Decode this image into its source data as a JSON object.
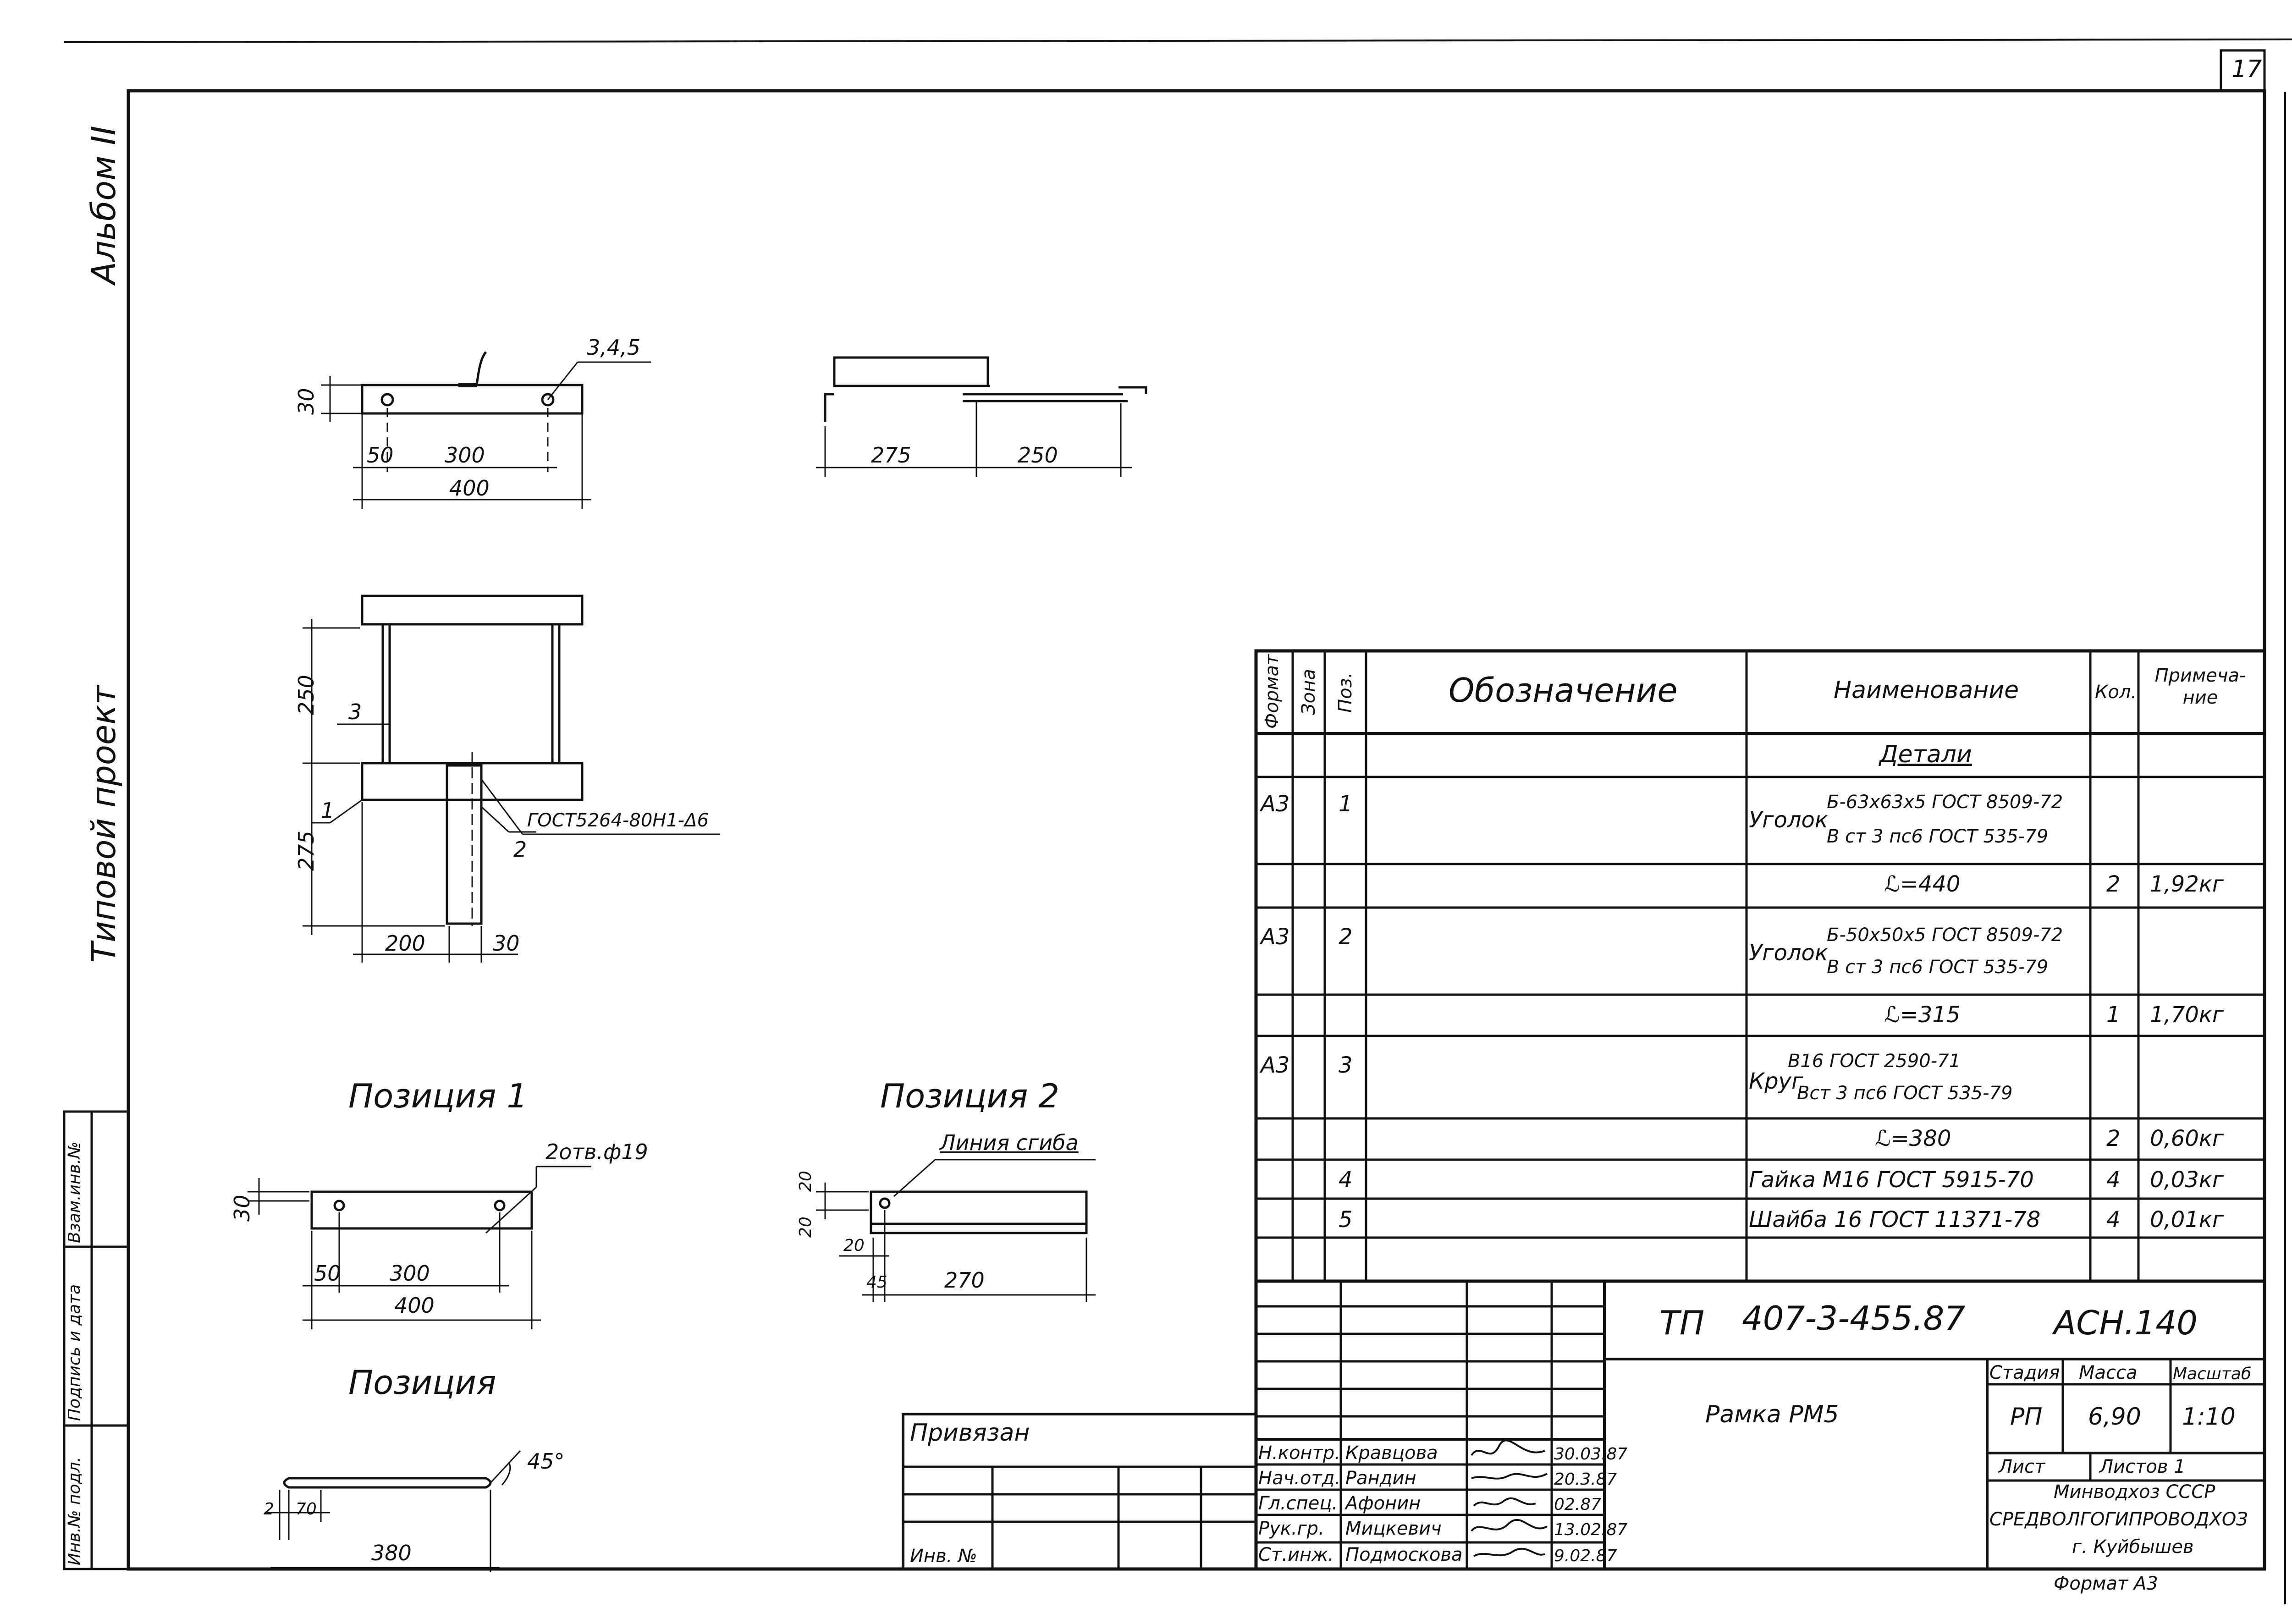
{
  "sheet_number": "17",
  "left_margin": {
    "album": "Альбом II",
    "project": "Типовой проект",
    "stamp_cells": [
      "Инв.№ подл.",
      "Подпись и дата",
      "Взам.инв.№"
    ]
  },
  "views": {
    "top_view": {
      "ref": "3,4,5",
      "dim_height": "30",
      "dim_left": "50",
      "dim_mid": "300",
      "dim_total": "400"
    },
    "side_view": {
      "dim_a": "275",
      "dim_b": "250"
    },
    "plan_view": {
      "pos1": "1",
      "pos2": "2",
      "pos3": "3",
      "weld_note": "ГОСТ5264-80Н1-Δ6",
      "dim_upper": "250",
      "dim_lower": "275",
      "dim_width": "200",
      "dim_offset": "30"
    },
    "pos1": {
      "title": "Позиция 1",
      "holes": "2отв.ф19",
      "dim_height": "30",
      "dim_left": "50",
      "dim_mid": "300",
      "dim_total": "400"
    },
    "pos2": {
      "title": "Позиция 2",
      "bend_line": "Линия сгиба",
      "dim_top": "20",
      "dim_side": "20",
      "dim_low": "20",
      "dim_left": "45",
      "dim_length": "270"
    },
    "pos3": {
      "title": "Позиция",
      "angle": "45°",
      "dim_a": "2",
      "dim_b": "70",
      "dim_total": "380"
    }
  },
  "spec_table": {
    "headers": {
      "format": "Формат",
      "zone": "Зона",
      "pos": "Поз.",
      "designation": "Обозначение",
      "name": "Наименование",
      "qty": "Кол.",
      "note": "Примеча-ние"
    },
    "section": "Детали",
    "rows": [
      {
        "format": "А3",
        "pos": "1",
        "name_prefix": "Уголок",
        "name_top": "Б-63х63х5 ГОСТ 8509-72",
        "name_bottom": "В ст 3 пс6 ГОСТ 535-79"
      },
      {
        "name": "ℒ=440",
        "qty": "2",
        "note": "1,92кг"
      },
      {
        "format": "А3",
        "pos": "2",
        "name_prefix": "Уголок",
        "name_top": "Б-50х50х5 ГОСТ 8509-72",
        "name_bottom": "В ст 3 пс6 ГОСТ 535-79"
      },
      {
        "name": "ℒ=315",
        "qty": "1",
        "note": "1,70кг"
      },
      {
        "format": "А3",
        "pos": "3",
        "name_prefix": "Круг",
        "name_top": "В16 ГОСТ 2590-71",
        "name_bottom": "Вст 3 пс6 ГОСТ 535-79"
      },
      {
        "name": "ℒ=380",
        "qty": "2",
        "note": "0,60кг"
      },
      {
        "pos": "4",
        "name": "Гайка М16 ГОСТ 5915-70",
        "qty": "4",
        "note": "0,03кг"
      },
      {
        "pos": "5",
        "name": "Шайба 16 ГОСТ 11371-78",
        "qty": "4",
        "note": "0,01кг"
      }
    ]
  },
  "title_block": {
    "tp": "ТП",
    "doc_number": "407-3-455.87",
    "code": "АСН.140",
    "title": "Рамка РМ5",
    "stage_label": "Стадия",
    "mass_label": "Масса",
    "scale_label": "Масштаб",
    "stage": "РП",
    "mass": "6,90",
    "scale": "1:10",
    "sheet_label": "Лист",
    "sheets_label": "Листов 1",
    "org_line1": "Минводхоз СССР",
    "org_line2": "СРЕДВОЛГОГИПРОВОДХОЗ",
    "org_line3": "г. Куйбышев",
    "format": "Формат А3",
    "privyazan": "Привязан",
    "inv_no": "Инв. №",
    "signatures": [
      {
        "role": "Н.контр.",
        "name": "Кравцова",
        "date": "30.03.87"
      },
      {
        "role": "Нач.отд.",
        "name": "Рандин",
        "date": "20.3.87"
      },
      {
        "role": "Гл.спец.",
        "name": "Афонин",
        "date": "02.87"
      },
      {
        "role": "Рук.гр.",
        "name": "Мицкевич",
        "date": "13.02.87"
      },
      {
        "role": "Ст.инж.",
        "name": "Подмоскова",
        "date": "9.02.87"
      }
    ]
  }
}
